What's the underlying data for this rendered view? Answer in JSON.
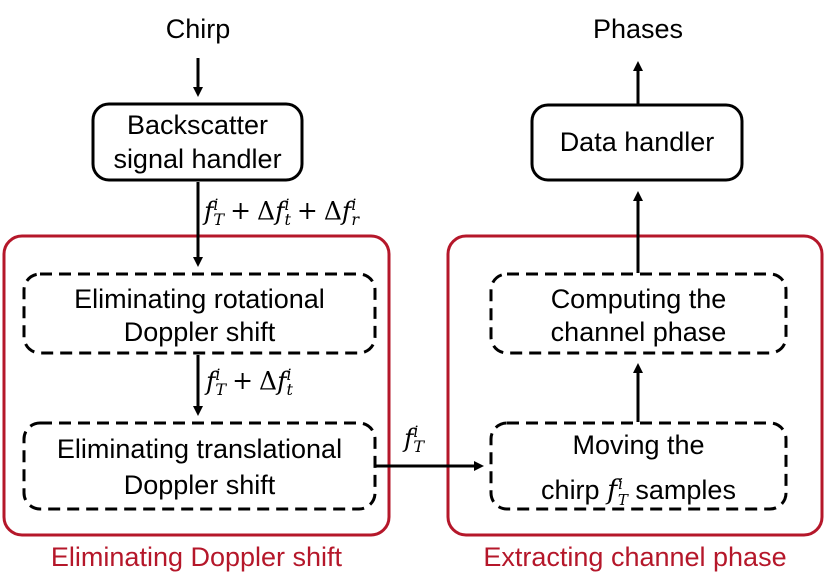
{
  "input_label": "Chirp",
  "output_label": "Phases",
  "nodes": {
    "backscatter": {
      "line1": "Backscatter",
      "line2": "signal handler"
    },
    "rotational": {
      "line1": "Eliminating rotational",
      "line2": "Doppler shift"
    },
    "translational": {
      "line1": "Eliminating translational",
      "line2": "Doppler shift"
    },
    "moving": {
      "line1": "Moving the",
      "line2_pre": "chirp ",
      "line2_post": " samples"
    },
    "computing": {
      "line1": "Computing the",
      "line2": "channel phase"
    },
    "data_handler": {
      "line1": "Data handler"
    }
  },
  "groups": {
    "left": {
      "caption": "Eliminating Doppler shift",
      "color": "#b5172a"
    },
    "right": {
      "caption": "Extracting channel phase",
      "color": "#b5172a"
    }
  },
  "edge_labels": {
    "after_backscatter": "f_T^i + Δf_t^i + Δf_r^i",
    "after_rotational": "f_T^i + Δf_t^i",
    "after_translational": "f_T^i"
  }
}
